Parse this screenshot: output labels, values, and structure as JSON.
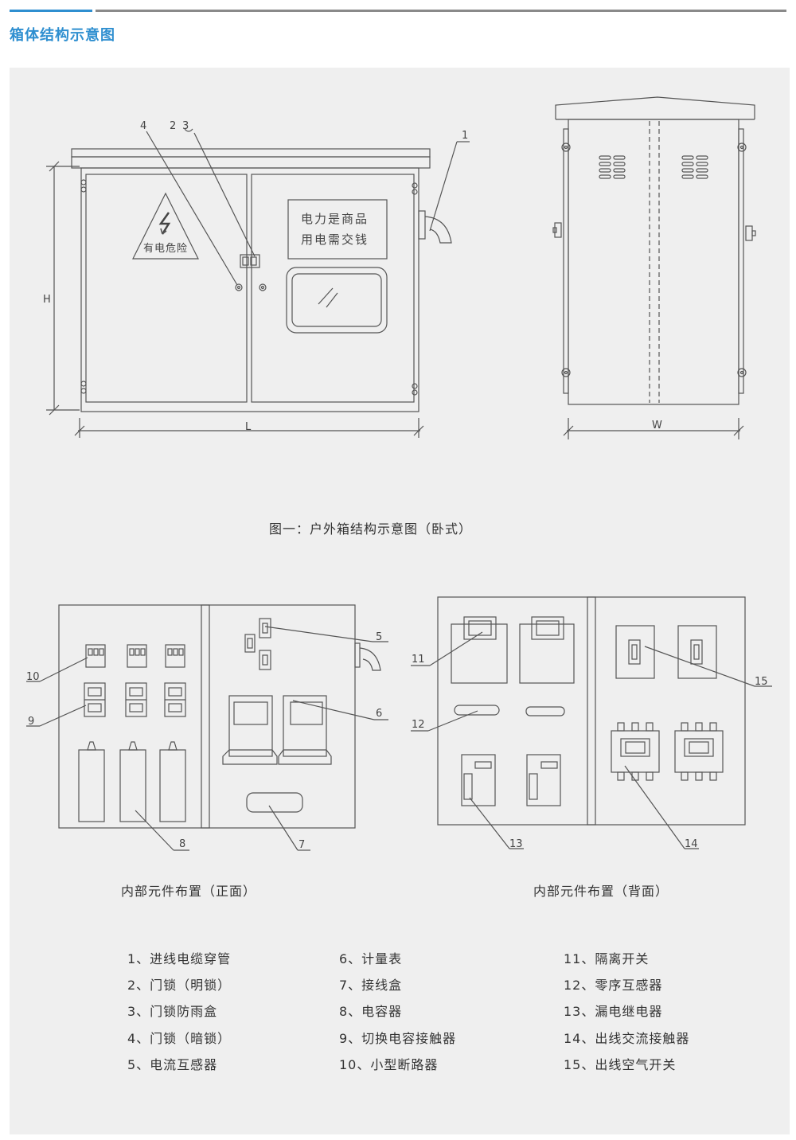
{
  "header": {
    "title": "箱体结构示意图"
  },
  "figure1": {
    "caption": "图一：户外箱结构示意图（卧式）",
    "warning_text": "有电危险",
    "sign_line1": "电力是商品",
    "sign_line2": "用电需交钱",
    "dim_h": "H",
    "dim_l": "L",
    "dim_w": "W",
    "callouts": [
      "4",
      "2",
      "3",
      "1"
    ]
  },
  "layout_front": {
    "caption": "内部元件布置（正面）",
    "callouts": [
      "10",
      "9",
      "5",
      "6",
      "8",
      "7"
    ]
  },
  "layout_back": {
    "caption": "内部元件布置（背面）",
    "callouts": [
      "11",
      "12",
      "15",
      "13",
      "14"
    ]
  },
  "legend": [
    "1、进线电缆穿管",
    "2、门锁（明锁）",
    "3、门锁防雨盒",
    "4、门锁（暗锁）",
    "5、电流互感器",
    "6、计量表",
    "7、接线盒",
    "8、电容器",
    "9、切换电容接触器",
    "10、小型断路器",
    "11、隔离开关",
    "12、零序互感器",
    "13、漏电继电器",
    "14、出线交流接触器",
    "15、出线空气开关"
  ]
}
